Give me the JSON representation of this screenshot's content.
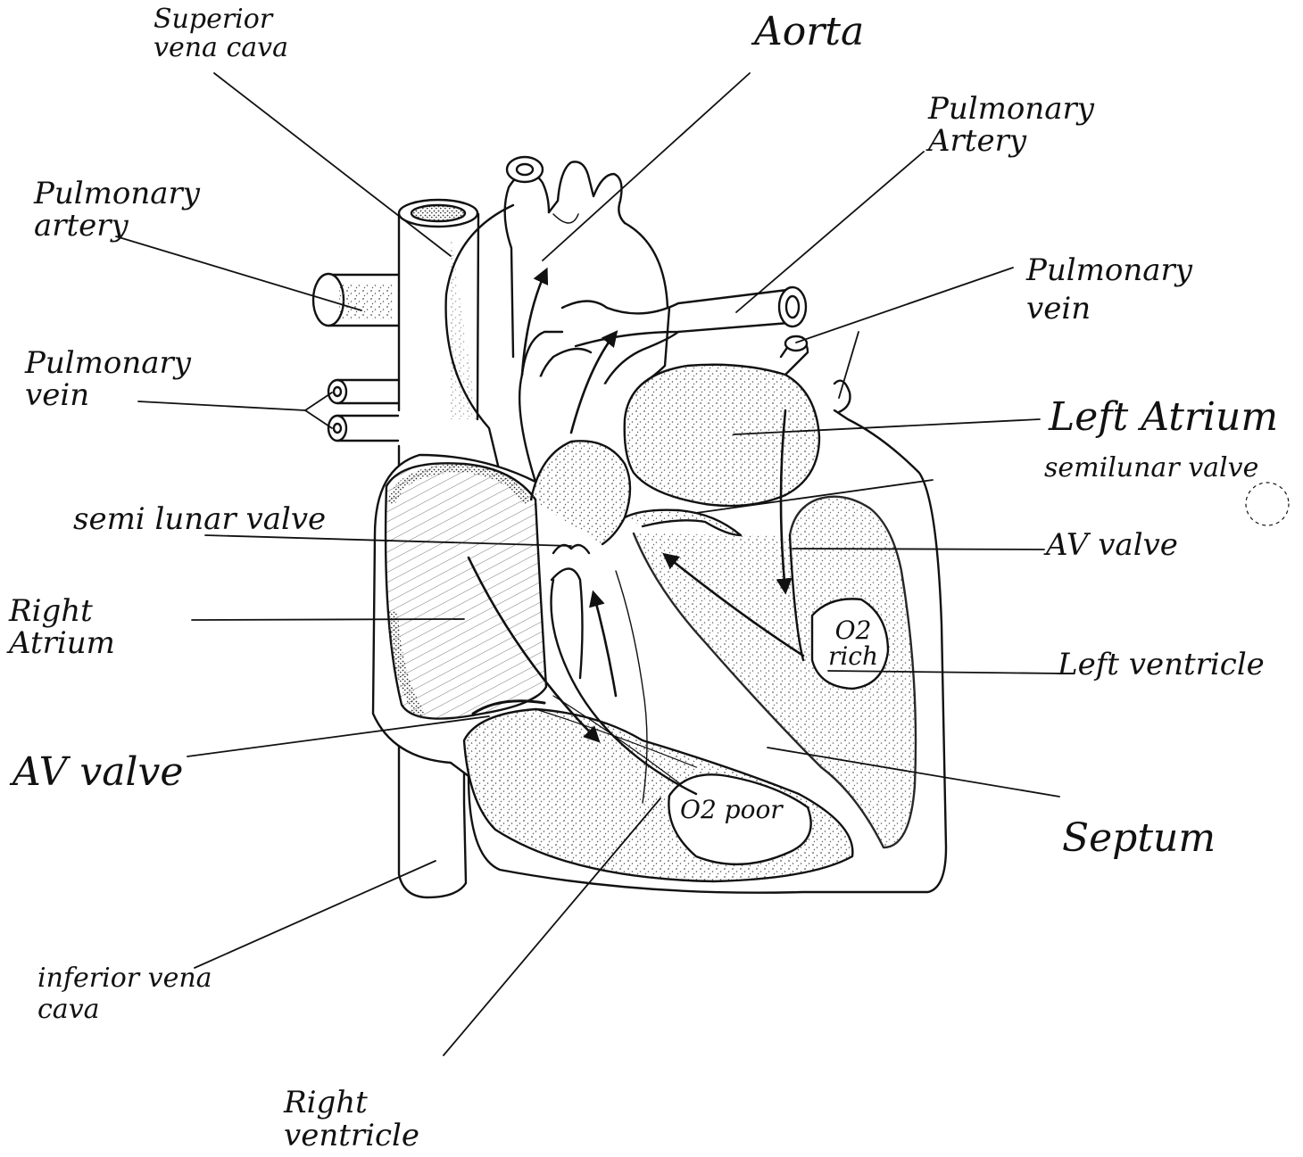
{
  "labels": {
    "superior_vena_cava": "Superior vena cava",
    "aorta": "Aorta",
    "pulmonary_artery_right": "Pulmonary Artery",
    "pulmonary_artery_left": "Pulmonary artery",
    "pulmonary_vein_right": "Pulmonary vein",
    "pulmonary_vein_left": "Pulmonary vein",
    "left_atrium": "Left Atrium",
    "semilunar_valve_right": "semilunar valve",
    "semilunar_valve_left": "semi lunar valve",
    "av_valve_right": "AV valve",
    "av_valve_left": "AV valve",
    "right_atrium": "Right Atrium",
    "left_ventricle": "Left ventricle",
    "septum": "Septum",
    "inferior_vena_cava": "inferior vena cava",
    "right_ventricle": "Right ventricle",
    "o2_rich": "O2 rich",
    "o2_poor": "O2 poor"
  },
  "colors": {
    "ink": "#111111",
    "stipple": "#6b6b6b",
    "paper": "#ffffff"
  }
}
